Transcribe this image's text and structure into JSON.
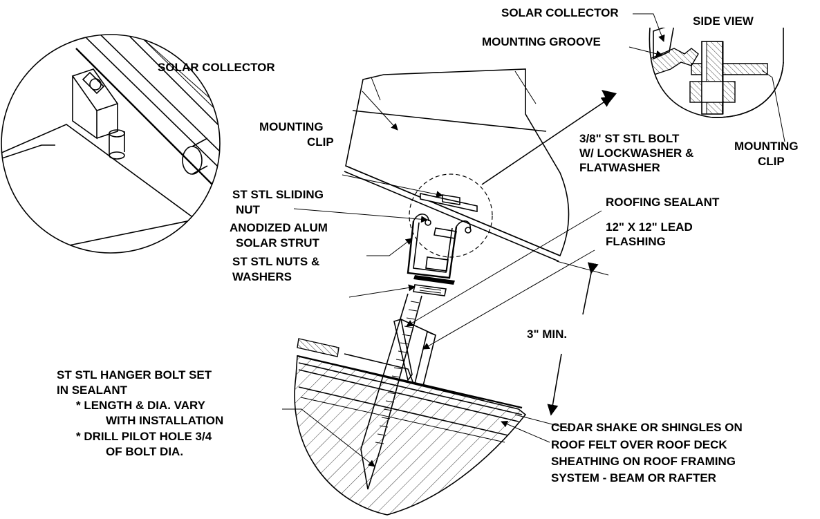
{
  "labels": {
    "solar_collector_top": "SOLAR COLLECTOR",
    "side_view": "SIDE VIEW",
    "mounting_groove": "MOUNTING GROOVE",
    "solar_collector_main": "SOLAR COLLECTOR",
    "bolt_line1": "3/8\" ST STL BOLT",
    "bolt_line2": "W/ LOCKWASHER &",
    "bolt_line3": "FLATWASHER",
    "mounting_clip_right_line1": "MOUNTING",
    "mounting_clip_right_line2": "CLIP",
    "mounting_clip_left_line1": "MOUNTING",
    "mounting_clip_left_line2": "CLIP",
    "sliding_nut_line1": "ST STL SLIDING",
    "sliding_nut_line2": "NUT",
    "strut_line1": "ANODIZED ALUM",
    "strut_line2": "SOLAR STRUT",
    "nuts_line1": "ST STL NUTS &",
    "nuts_line2": "WASHERS",
    "roofing_sealant": "ROOFING SEALANT",
    "flashing_line1": "12\" X 12\" LEAD",
    "flashing_line2": "FLASHING",
    "min_dimension": "3\" MIN.",
    "hanger_line1": "ST STL HANGER BOLT SET",
    "hanger_line2": "IN SEALANT",
    "hanger_line3": "* LENGTH & DIA. VARY",
    "hanger_line4": "WITH INSTALLATION",
    "hanger_line5": "* DRILL PILOT HOLE 3/4",
    "hanger_line6": "OF BOLT DIA.",
    "roof_line1": "CEDAR SHAKE OR SHINGLES ON",
    "roof_line2": "ROOF FELT OVER ROOF DECK",
    "roof_line3": "SHEATHING ON ROOF FRAMING",
    "roof_line4": "SYSTEM - BEAM OR RAFTER"
  }
}
